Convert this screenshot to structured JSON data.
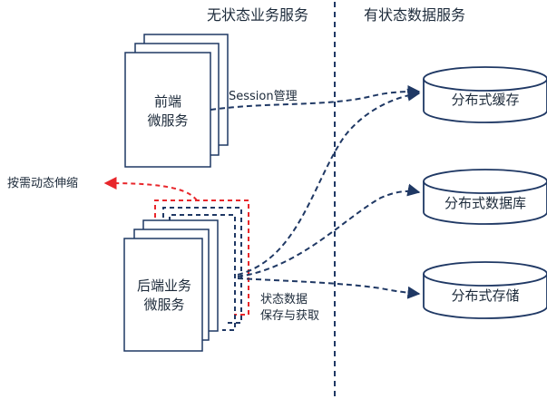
{
  "headings": {
    "stateless": "无状态业务服务",
    "stateful": "有状态数据服务"
  },
  "frontend": {
    "line1": "前端",
    "line2": "微服务"
  },
  "backend": {
    "line1": "后端业务",
    "line2": "微服务"
  },
  "edges": {
    "session": "Session管理",
    "scaling": "按需动态伸缩",
    "state_line1": "状态数据",
    "state_line2": "保存与获取"
  },
  "stores": {
    "cache": "分布式缓存",
    "database": "分布式数据库",
    "storage": "分布式存储"
  },
  "colors": {
    "line": "#1f3864",
    "scaling": "#e8262b",
    "text": "#1c2a3a"
  }
}
